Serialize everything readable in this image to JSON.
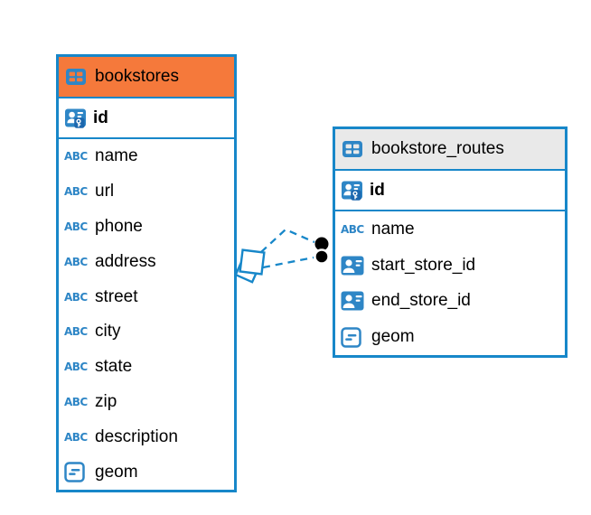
{
  "diagram": {
    "tables": [
      {
        "name": "bookstores",
        "header_color": "#f5793b",
        "primary_key": {
          "name": "id",
          "type": "primary_key"
        },
        "fields": [
          {
            "name": "name",
            "type": "text"
          },
          {
            "name": "url",
            "type": "text"
          },
          {
            "name": "phone",
            "type": "text"
          },
          {
            "name": "address",
            "type": "text"
          },
          {
            "name": "street",
            "type": "text"
          },
          {
            "name": "city",
            "type": "text"
          },
          {
            "name": "state",
            "type": "text"
          },
          {
            "name": "zip",
            "type": "text"
          },
          {
            "name": "description",
            "type": "text"
          },
          {
            "name": "geom",
            "type": "geometry"
          }
        ]
      },
      {
        "name": "bookstore_routes",
        "header_color": "#e9e9e9",
        "primary_key": {
          "name": "id",
          "type": "primary_key"
        },
        "fields": [
          {
            "name": "name",
            "type": "text"
          },
          {
            "name": "start_store_id",
            "type": "reference"
          },
          {
            "name": "end_store_id",
            "type": "reference"
          },
          {
            "name": "geom",
            "type": "geometry"
          }
        ]
      }
    ],
    "icon_names": {
      "text": "abc-text-type-icon",
      "reference": "person-reference-icon",
      "geometry": "geometry-type-icon",
      "primary_key": "person-key-icon",
      "table": "table-grid-icon"
    },
    "colors": {
      "background": "#ffffff",
      "table_border": "#1787c9",
      "left_header_bg": "#f5793b",
      "right_header_bg": "#e9e9e9",
      "icon_blue": "#2e86c6",
      "key_patch_blue": "#1c67ae",
      "link_dash_blue": "#1787c9",
      "link_endpoint_black": "#000000",
      "text": "#000000"
    }
  }
}
